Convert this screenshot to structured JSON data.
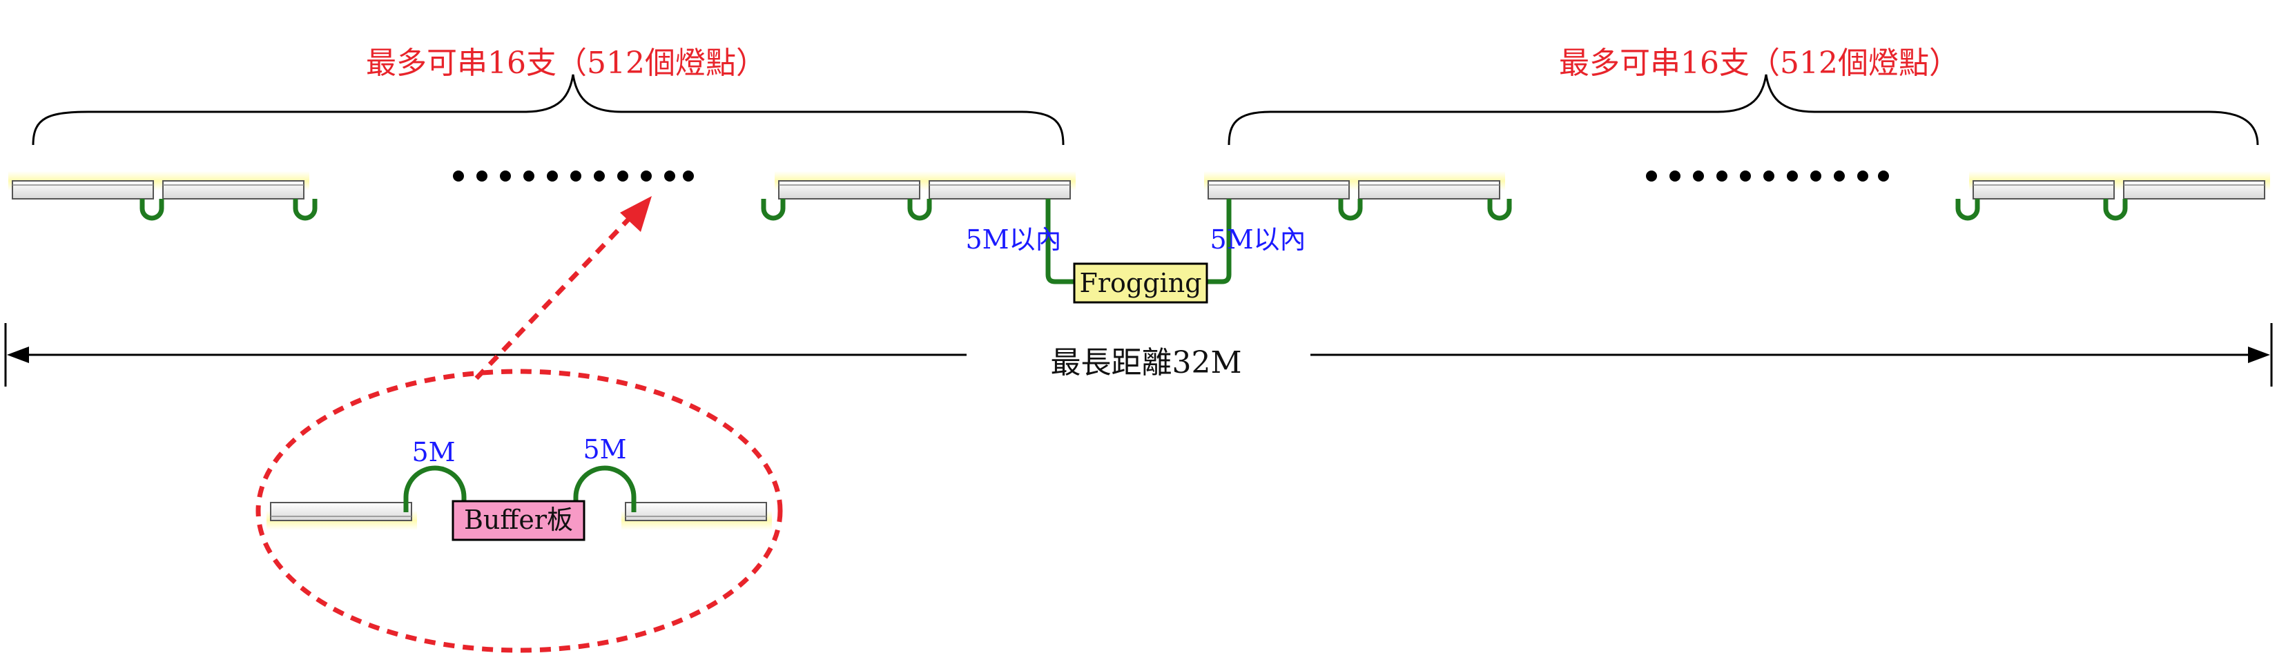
{
  "groups": {
    "left_label": "最多可串16支（512個燈點）",
    "right_label": "最多可串16支（512個燈點）"
  },
  "links": {
    "left_5m": "5M以內",
    "right_5m": "5M以內"
  },
  "frogging": {
    "label": "Frogging"
  },
  "distance": {
    "label": "最長距離32M"
  },
  "detail": {
    "buffer_label": "Buffer板",
    "left_5m": "5M",
    "right_5m": "5M"
  },
  "colors": {
    "label_red": "#e8242b",
    "label_blue": "#1a1aff",
    "cable_green": "#1f7a1f",
    "frogging_fill": "#f7f49a",
    "buffer_fill": "#f79ac6",
    "dashed_red": "#e8242b",
    "glow_yellow": "#fffbb0"
  }
}
